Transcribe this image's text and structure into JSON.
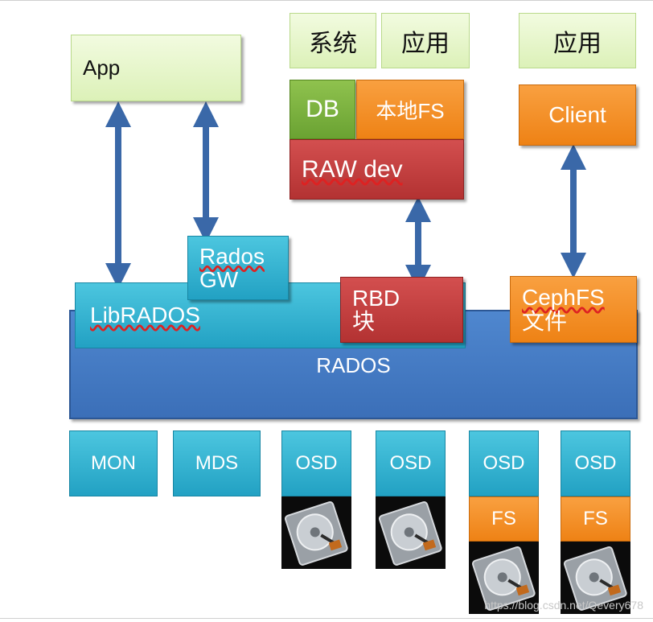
{
  "top": {
    "app": "App",
    "xitong": "系统",
    "yingyong1": "应用",
    "yingyong2": "应用",
    "db": "DB",
    "localfs": "本地FS",
    "rawdev": "RAW dev",
    "client": "Client"
  },
  "middle": {
    "rados_gw_line1": "Rados",
    "rados_gw_line2": "GW",
    "librados": "LibRADOS",
    "rbd_line1": "RBD",
    "rbd_line2": "块",
    "cephfs_line1": "CephFS",
    "cephfs_line2": "文件",
    "rados": "RADOS"
  },
  "bottom": {
    "mon": "MON",
    "mds": "MDS",
    "osd": "OSD",
    "fs": "FS"
  },
  "watermark": "https://blog.csdn.net/Qevery678",
  "colors": {
    "light_green": "#dcf1b8",
    "orange": "#ee8215",
    "green": "#6aa232",
    "red": "#b33232",
    "teal": "#22a1c3",
    "blue": "#3b6fb8",
    "arrow": "#3a68a8"
  }
}
